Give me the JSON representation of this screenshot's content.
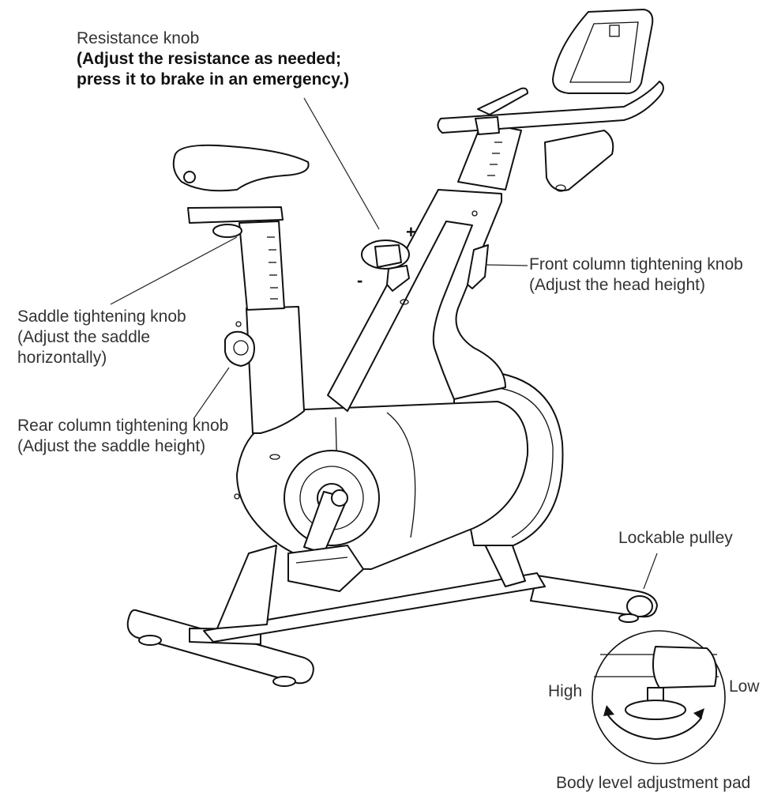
{
  "labels": {
    "resistance_title": "Resistance knob",
    "resistance_line1": "(Adjust the resistance as needed;",
    "resistance_line2": "press it to brake in an emergency.)",
    "front_title": "Front column tightening knob",
    "front_sub": "(Adjust the head height)",
    "saddle_title": "Saddle tightening knob",
    "saddle_sub1": "(Adjust the saddle",
    "saddle_sub2": "horizontally)",
    "rear_title": "Rear column tightening knob",
    "rear_sub": "(Adjust the saddle height)",
    "pulley": "Lockable pulley",
    "high": "High",
    "low": "Low",
    "pad": "Body level adjustment pad",
    "plus": "+",
    "minus": "-"
  }
}
